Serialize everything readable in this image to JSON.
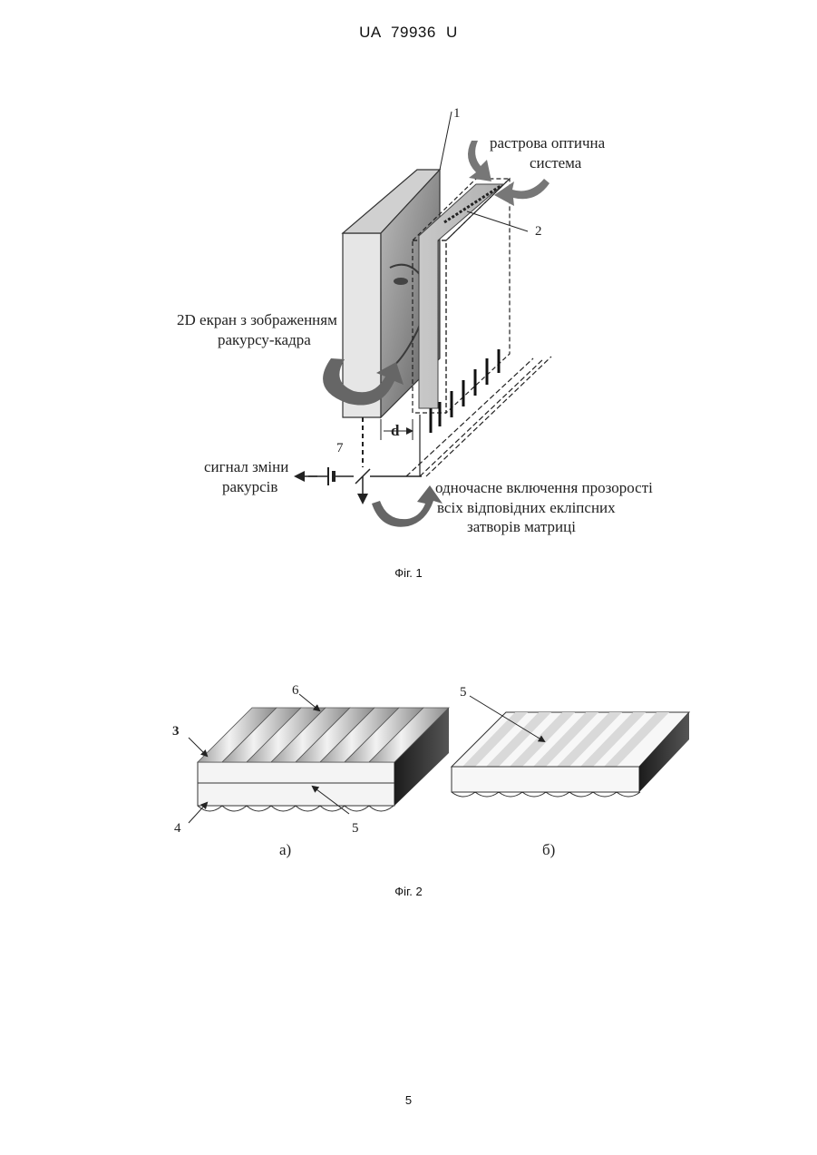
{
  "header": {
    "patent_number": "UA   79936   U"
  },
  "figure1": {
    "caption": "Фіг. 1",
    "labels": {
      "num_1": "1",
      "num_2": "2",
      "num_7": "7",
      "d": "d",
      "raster_line1": "растрова оптична",
      "raster_line2": "система",
      "screen_line1": "2D екран з зображенням",
      "screen_line2": "ракурсу-кадра",
      "signal_line1": "сигнал зміни",
      "signal_line2": "ракурсів",
      "simul_line1": "одночасне включення прозорості",
      "simul_line2": "всіх відповідних екліпсних",
      "simul_line3": "затворів матриці"
    }
  },
  "figure2": {
    "caption": "Фіг. 2",
    "labels": {
      "num_3": "3",
      "num_4": "4",
      "num_5a": "5",
      "num_6": "6",
      "num_5b": "5",
      "sub_a": "а)",
      "sub_b": "б)"
    }
  },
  "footer": {
    "page_number": "5"
  }
}
